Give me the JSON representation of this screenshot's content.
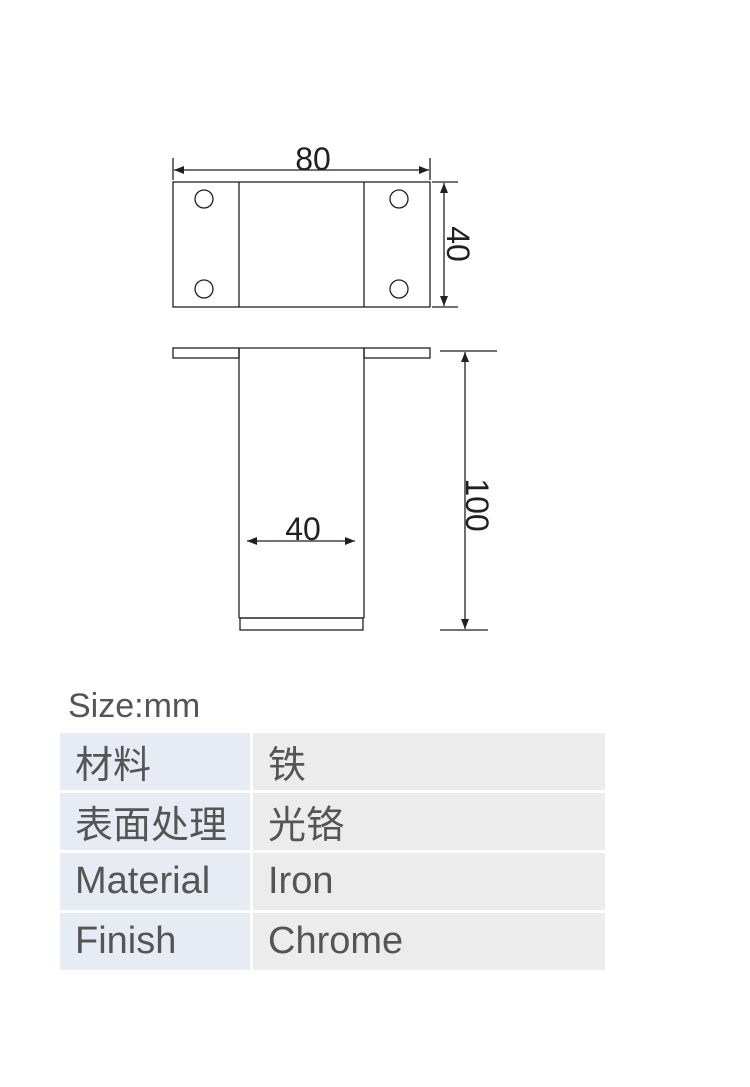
{
  "drawing": {
    "top_width": "80",
    "top_height": "40",
    "front_width": "40",
    "front_height": "100"
  },
  "size_label": "Size:mm",
  "specs": [
    {
      "key": "材料",
      "value": "铁"
    },
    {
      "key": "表面处理",
      "value": "光铬"
    },
    {
      "key": "Material",
      "value": "Iron"
    },
    {
      "key": "Finish",
      "value": "Chrome"
    }
  ]
}
